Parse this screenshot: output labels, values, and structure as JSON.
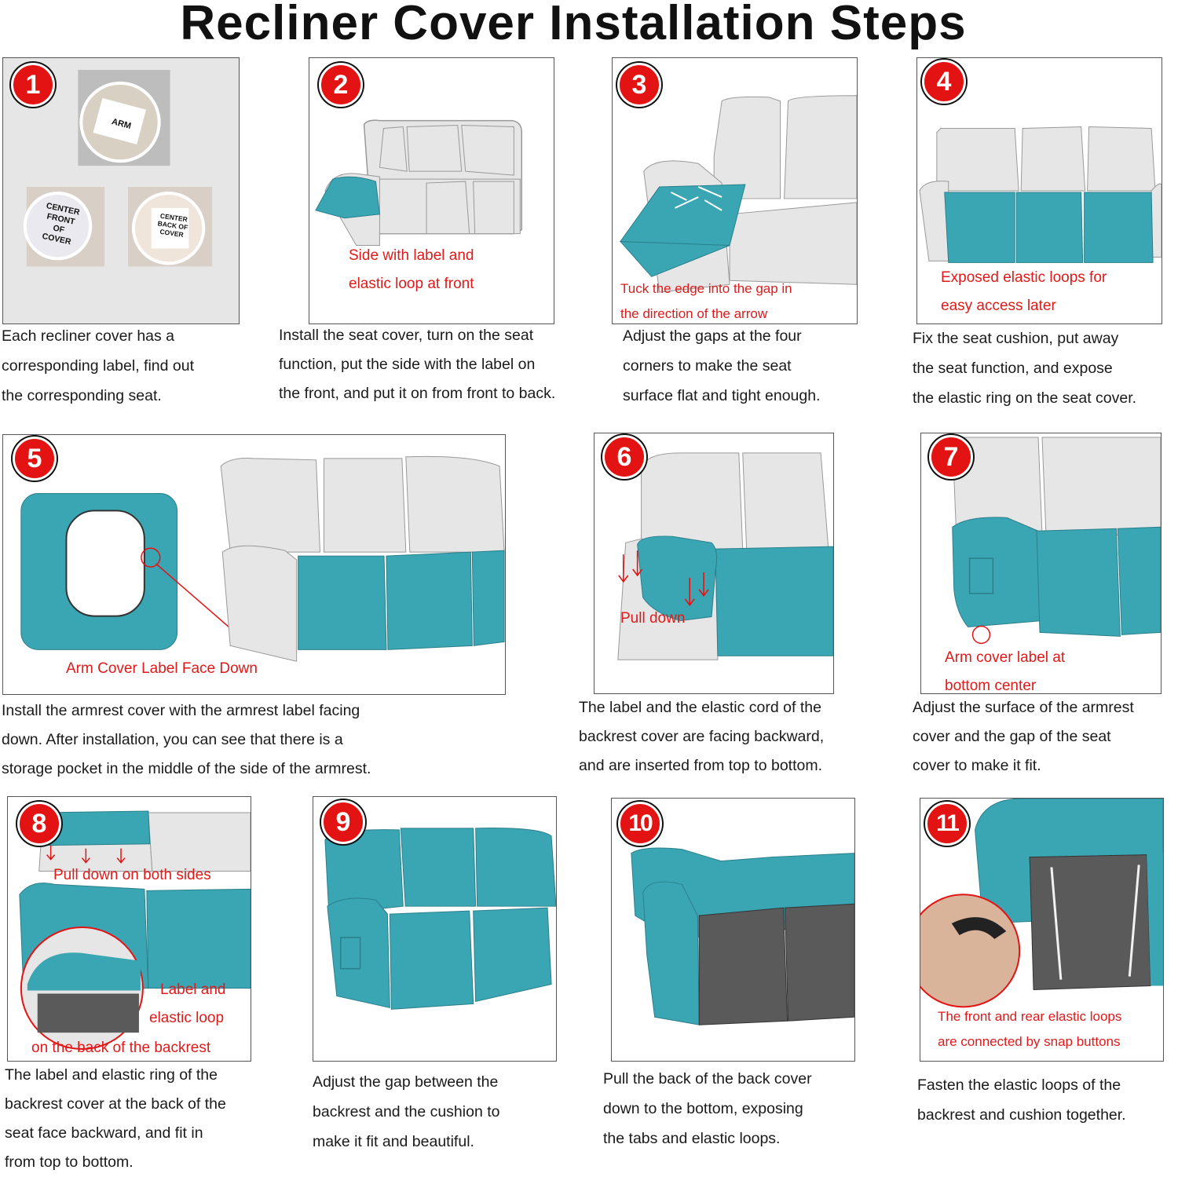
{
  "header": {
    "title": "Recliner Cover Installation Steps"
  },
  "steps": [
    {
      "number": "1",
      "notes": [],
      "labels": [
        "ARM",
        "CENTER FRONT OF COVER",
        "CENTER BACK OF COVER"
      ],
      "description": [
        "Each recliner cover has a",
        "corresponding label, find out",
        "the corresponding seat."
      ]
    },
    {
      "number": "2",
      "notes": [
        "Side with label and",
        "elastic loop at front"
      ],
      "description": [
        "Install the seat cover, turn on the seat",
        "function, put the side with the label on",
        "the front, and put it on from front to back."
      ]
    },
    {
      "number": "3",
      "notes": [
        "Tuck the edge into the gap in",
        "the direction of the arrow"
      ],
      "description": [
        "Adjust the gaps at the four",
        "corners to make the seat",
        "surface flat and tight enough."
      ]
    },
    {
      "number": "4",
      "notes": [
        "Exposed elastic loops for",
        "easy access later"
      ],
      "description": [
        "Fix the seat cushion, put away",
        "the seat function, and expose",
        "the elastic ring on the seat cover."
      ]
    },
    {
      "number": "5",
      "notes": [
        "Arm Cover Label Face Down"
      ],
      "description": [
        "Install the armrest cover with the armrest label facing",
        "down. After installation, you can see that there is a",
        "storage pocket in the middle of the side of the armrest."
      ]
    },
    {
      "number": "6",
      "notes": [
        "Pull down"
      ],
      "description": [
        "The label and the elastic cord of the",
        "backrest cover are facing backward,",
        "and are inserted from top to bottom."
      ]
    },
    {
      "number": "7",
      "notes": [
        "Arm cover label at",
        "bottom center"
      ],
      "description": [
        "Adjust the surface of the armrest",
        "cover and the gap of the seat",
        "cover to make it fit."
      ]
    },
    {
      "number": "8",
      "notes": [
        "Pull down on both sides",
        "Label and",
        "elastic loop",
        "on the back of the backrest"
      ],
      "description": [
        "The label and elastic ring of the",
        "backrest cover at the back of the",
        "seat face backward, and fit in",
        "from top to bottom."
      ]
    },
    {
      "number": "9",
      "notes": [],
      "description": [
        "Adjust the gap between the",
        "backrest and the cushion to",
        "make it fit and beautiful."
      ]
    },
    {
      "number": "10",
      "notes": [],
      "description": [
        "Pull the back of the back cover",
        "down to the bottom, exposing",
        "the tabs and elastic loops."
      ]
    },
    {
      "number": "11",
      "notes": [
        "The front and rear elastic loops",
        "are connected by snap buttons"
      ],
      "description": [
        "Fasten the elastic loops of the",
        "backrest and cushion together."
      ]
    }
  ],
  "colors": {
    "accent_red": "#e31313",
    "cover_teal": "#3aa6b4",
    "sofa_gray": "#e6e6e6",
    "back_dark": "#5a5a5a"
  }
}
